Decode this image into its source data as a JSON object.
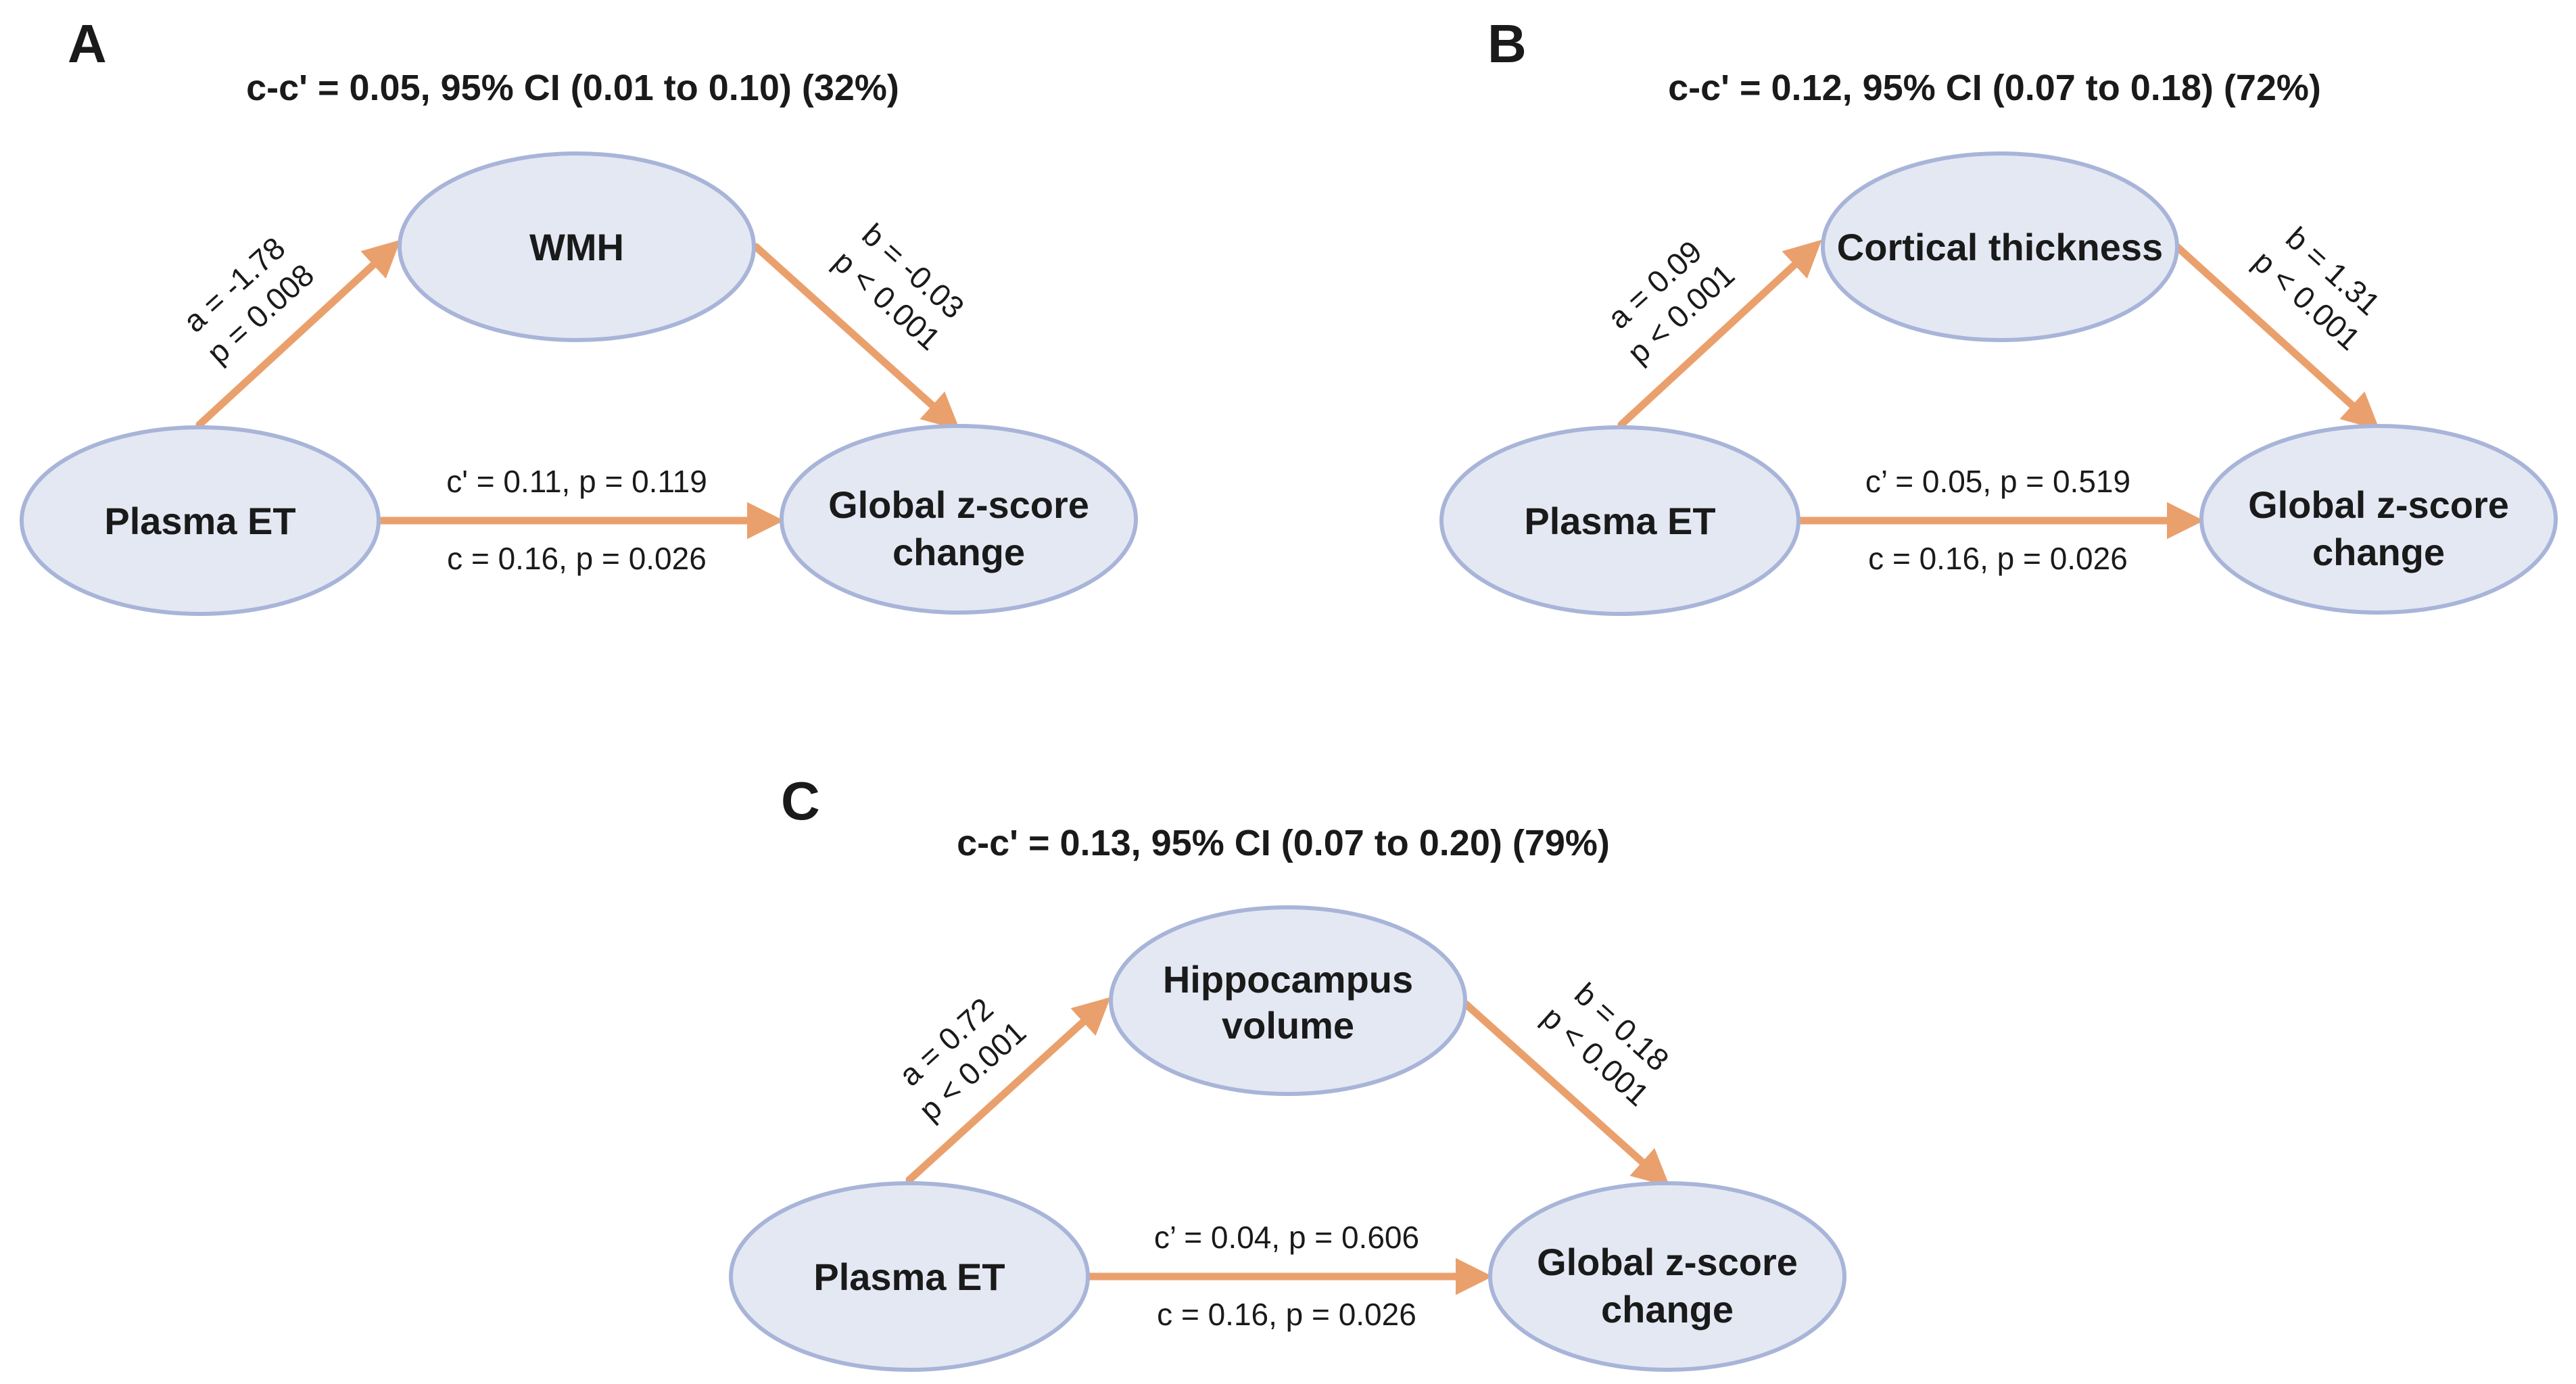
{
  "colors": {
    "edge": "#eaa06c",
    "node_fill": "#e3e8f3",
    "node_stroke": "#a8b4d8"
  },
  "panels": [
    {
      "letter": "A",
      "title": "c-c' = 0.05, 95% CI (0.01 to 0.10) (32%)",
      "mediator_line1": "WMH",
      "mediator_line2": "",
      "exposure": "Plasma ET",
      "outcome_line1": "Global z-score",
      "outcome_line2": "change",
      "a_line1": "a = -1.78",
      "a_line2": "p = 0.008",
      "b_line1": "b = -0.03",
      "b_line2": "p < 0.001",
      "c_prime": "c' = 0.11, p = 0.119",
      "c_total": "c = 0.16, p = 0.026"
    },
    {
      "letter": "B",
      "title": "c-c' = 0.12, 95% CI (0.07 to 0.18) (72%)",
      "mediator_line1": "Cortical thickness",
      "mediator_line2": "",
      "exposure": "Plasma ET",
      "outcome_line1": "Global z-score",
      "outcome_line2": "change",
      "a_line1": "a = 0.09",
      "a_line2": "p < 0.001",
      "b_line1": "b = 1.31",
      "b_line2": "p < 0.001",
      "c_prime": "c’ = 0.05, p = 0.519",
      "c_total": "c = 0.16, p = 0.026"
    },
    {
      "letter": "C",
      "title": "c-c' = 0.13, 95% CI (0.07 to 0.20) (79%)",
      "mediator_line1": "Hippocampus",
      "mediator_line2": "volume",
      "exposure": "Plasma ET",
      "outcome_line1": "Global z-score",
      "outcome_line2": "change",
      "a_line1": "a = 0.72",
      "a_line2": "p < 0.001",
      "b_line1": "b = 0.18",
      "b_line2": "p < 0.001",
      "c_prime": "c’ = 0.04, p = 0.606",
      "c_total": "c = 0.16, p = 0.026"
    }
  ]
}
